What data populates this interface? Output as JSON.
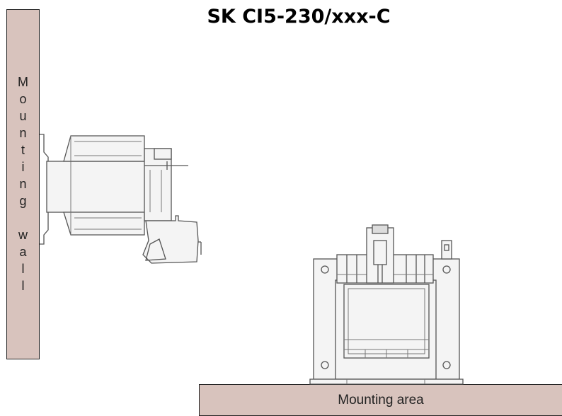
{
  "title": "SK CI5-230/xxx-C",
  "mounting_wall_label": "M\no\nu\nn\nt\ni\nn\ng\n\nw\na\nl\nl",
  "mounting_area_label": "Mounting area",
  "colors": {
    "surface": "#d8c3bd",
    "outline": "#222222",
    "drawing": "#555555"
  }
}
